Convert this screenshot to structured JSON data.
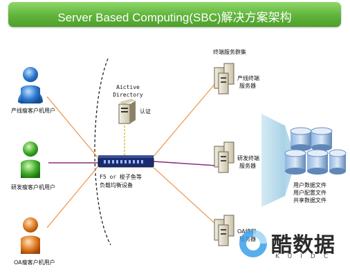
{
  "title": "Server Based Computing(SBC)解决方案架构",
  "clients": [
    {
      "label": "产线瘦客户机用户",
      "color": "#2f7ad0"
    },
    {
      "label": "研发瘦客户机用户",
      "color": "#3fae2a"
    },
    {
      "label": "OA瘦客户机用户",
      "color": "#e07a22"
    }
  ],
  "ad": {
    "title_line1": "Aictive",
    "title_line2": "Directory",
    "auth_label": "认证"
  },
  "lb": {
    "line1": "F5 or 梭子鱼等",
    "line2": "负载均衡设备"
  },
  "cluster": {
    "title": "终端服务群集",
    "servers": [
      {
        "line1": "产线终端",
        "line2": "服务器"
      },
      {
        "line1": "研发终端",
        "line2": "服务器"
      },
      {
        "line1": "OA终端",
        "line2": "服务器"
      }
    ]
  },
  "storage": {
    "lines": [
      "用户数据文件",
      "用户配置文件",
      "共享数据文件"
    ]
  },
  "watermark": {
    "text": "酷数据",
    "sub": "KUIDC"
  },
  "colors": {
    "link_orange": "#f0a060",
    "link_purple": "#8a2d7a",
    "banner": "#5fb33a",
    "arrow": "#b9dcec"
  }
}
